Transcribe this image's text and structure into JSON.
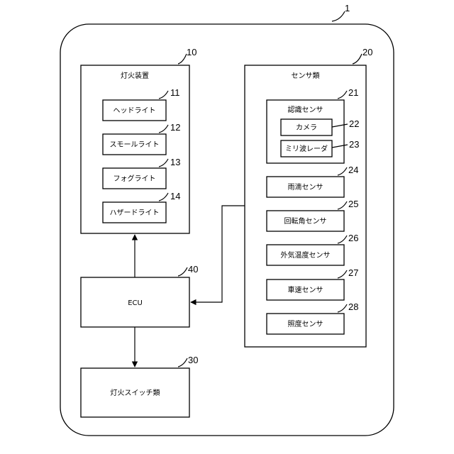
{
  "device": {
    "ref": "1"
  },
  "lighting": {
    "title": "灯火装置",
    "ref": "10",
    "items": [
      {
        "label": "ヘッドライト",
        "ref": "11"
      },
      {
        "label": "スモールライト",
        "ref": "12"
      },
      {
        "label": "フォグライト",
        "ref": "13"
      },
      {
        "label": "ハザードライト",
        "ref": "14"
      }
    ]
  },
  "sensors": {
    "title": "センサ類",
    "ref": "20",
    "recognition": {
      "title": "認識センサ",
      "ref": "21",
      "camera": {
        "label": "カメラ",
        "ref": "22"
      },
      "radar": {
        "label": "ミリ波レーダ",
        "ref": "23"
      }
    },
    "items": [
      {
        "label": "雨滴センサ",
        "ref": "24"
      },
      {
        "label": "回転角センサ",
        "ref": "25"
      },
      {
        "label": "外気温度センサ",
        "ref": "26"
      },
      {
        "label": "車速センサ",
        "ref": "27"
      },
      {
        "label": "照度センサ",
        "ref": "28"
      }
    ]
  },
  "ecu": {
    "label": "ECU",
    "ref": "40"
  },
  "switches": {
    "label": "灯火スイッチ類",
    "ref": "30"
  }
}
